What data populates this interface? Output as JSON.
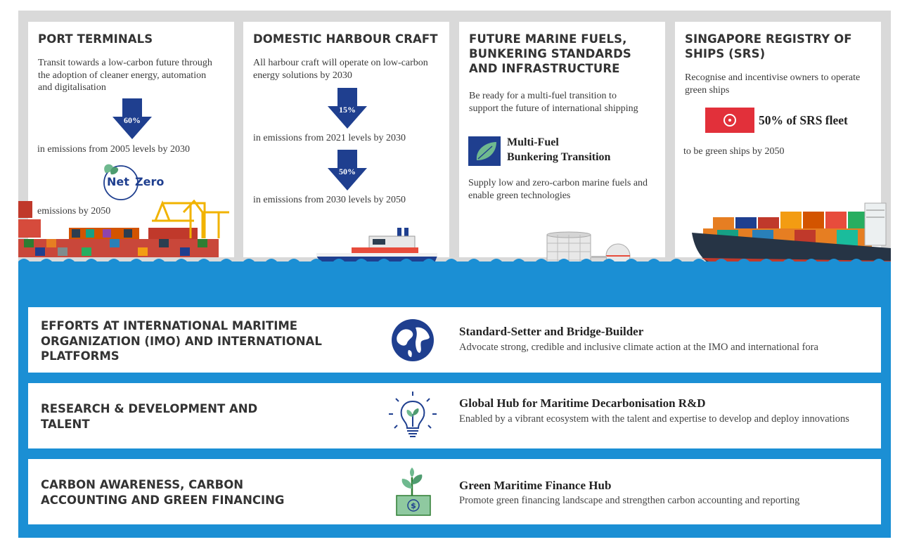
{
  "cards": {
    "port": {
      "title": "PORT TERMINALS",
      "desc": "Transit towards a low-carbon future through the adoption of cleaner energy, automation and digitalisation",
      "arrow1": "60%",
      "line1": "in emissions from 2005 levels by 2030",
      "netzero_a": "Net",
      "netzero_b": "Zero",
      "line2": "emissions by 2050"
    },
    "harbour": {
      "title": "DOMESTIC HARBOUR CRAFT",
      "desc": "All harbour craft will operate on low-carbon energy solutions by 2030",
      "arrow1": "15%",
      "line1": "in emissions from 2021 levels by 2030",
      "arrow2": "50%",
      "line2": "in emissions from 2030 levels by 2050"
    },
    "fuels": {
      "title": "FUTURE MARINE FUELS, BUNKERING STANDARDS AND INFRASTRUCTURE",
      "desc": "Be ready for a multi-fuel transition to support the future of international shipping",
      "badge_line1": "Multi-Fuel",
      "badge_line2": "Bunkering Transition",
      "line2": "Supply low and zero-carbon marine fuels and enable green technologies"
    },
    "registry": {
      "title": "SINGAPORE REGISTRY OF SHIPS (SRS)",
      "desc": "Recognise and incentivise owners to operate green ships",
      "stat": "50% of SRS fleet",
      "line2": "to be green ships by 2050"
    }
  },
  "rows": [
    {
      "title": "EFFORTS AT INTERNATIONAL MARITIME ORGANIZATION (IMO) AND INTERNATIONAL PLATFORMS",
      "icon": "globe-icon",
      "heading": "Standard-Setter and Bridge-Builder",
      "desc": "Advocate strong, credible and inclusive climate action at the IMO and international fora"
    },
    {
      "title": "RESEARCH & DEVELOPMENT AND TALENT",
      "icon": "lightbulb-icon",
      "heading": "Global Hub for Maritime Decarbonisation R&D",
      "desc": "Enabled by a vibrant ecosystem with the talent and expertise to develop and deploy innovations"
    },
    {
      "title": "CARBON AWARENESS, CARBON ACCOUNTING AND GREEN FINANCING",
      "icon": "money-plant-icon",
      "heading": "Green Maritime Finance Hub",
      "desc": "Promote green financing landscape and strengthen carbon accounting and reporting"
    }
  ],
  "colors": {
    "navy": "#1f3f8f",
    "sea": "#1b8fd4",
    "frame": "#d9d9d9",
    "green_leaf": "#6fb98f",
    "flag_red": "#e2303a"
  }
}
